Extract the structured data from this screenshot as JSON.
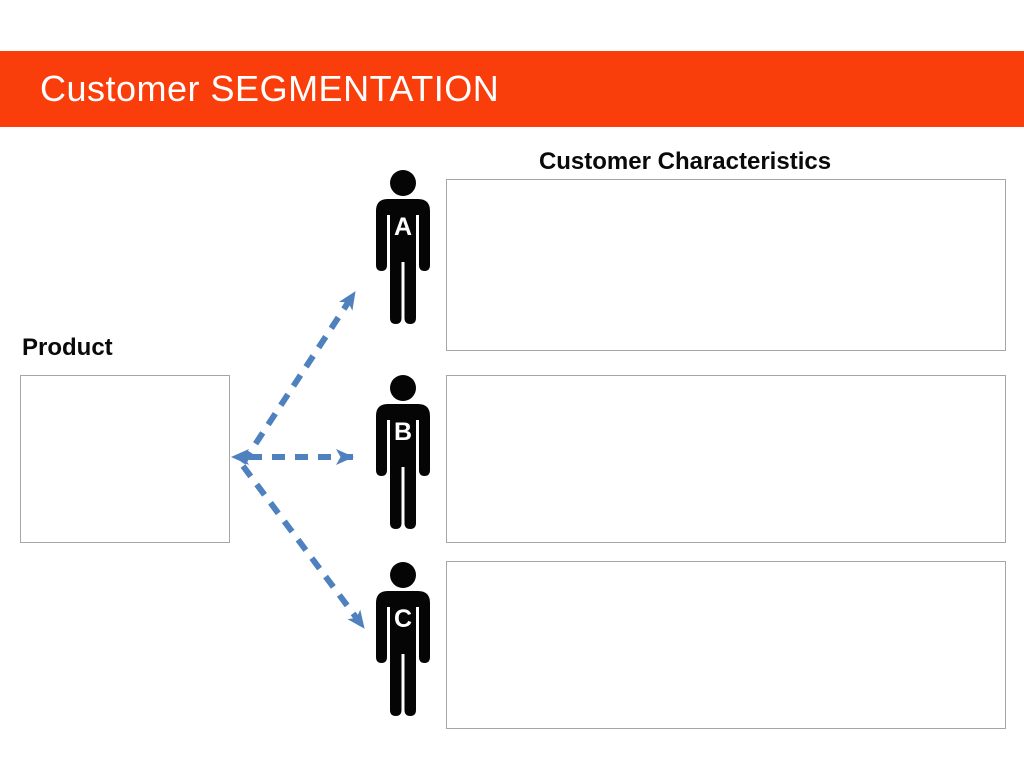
{
  "slide": {
    "title": "Customer SEGMENTATION",
    "characteristics_heading": "Customer Characteristics",
    "product_heading": "Product"
  },
  "segments": [
    {
      "label": "A"
    },
    {
      "label": "B"
    },
    {
      "label": "C"
    }
  ],
  "boxes": {
    "product_box_text": "",
    "characteristics_box_a_text": "",
    "characteristics_box_b_text": "",
    "characteristics_box_c_text": ""
  },
  "icons": [
    "person-a-icon",
    "person-b-icon",
    "person-c-icon",
    "dashed-arrow-to-a",
    "dashed-arrow-to-b",
    "dashed-arrow-to-c",
    "dashed-arrow-to-product"
  ],
  "colors": {
    "header_background": "#F93E0C",
    "header_text": "#FFFFFF",
    "arrow_blue": "#4E81BD",
    "box_border": "#A6A6A6",
    "person_silhouette": "#050505",
    "heading_text": "#0A0A0A"
  }
}
